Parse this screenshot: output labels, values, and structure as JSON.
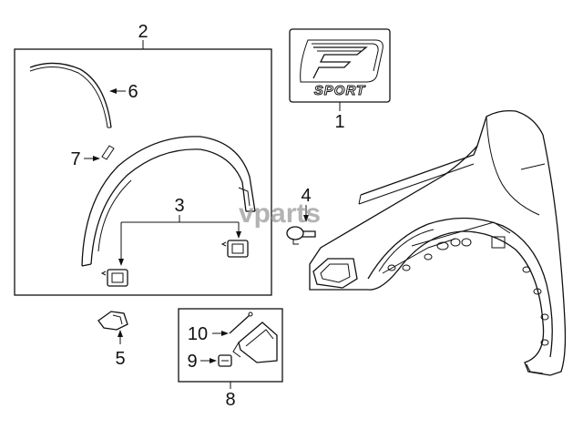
{
  "diagram": {
    "callouts": {
      "emblem": "1",
      "molding_kit": "2",
      "clip": "3",
      "fender_screw": "4",
      "retainer": "5",
      "weatherstrip": "6",
      "tape": "7",
      "mudguard_kit": "8",
      "mudguard_screw": "9",
      "mudguard_pin": "10"
    },
    "emblem_text": "SPORT",
    "watermark": "vparts"
  }
}
